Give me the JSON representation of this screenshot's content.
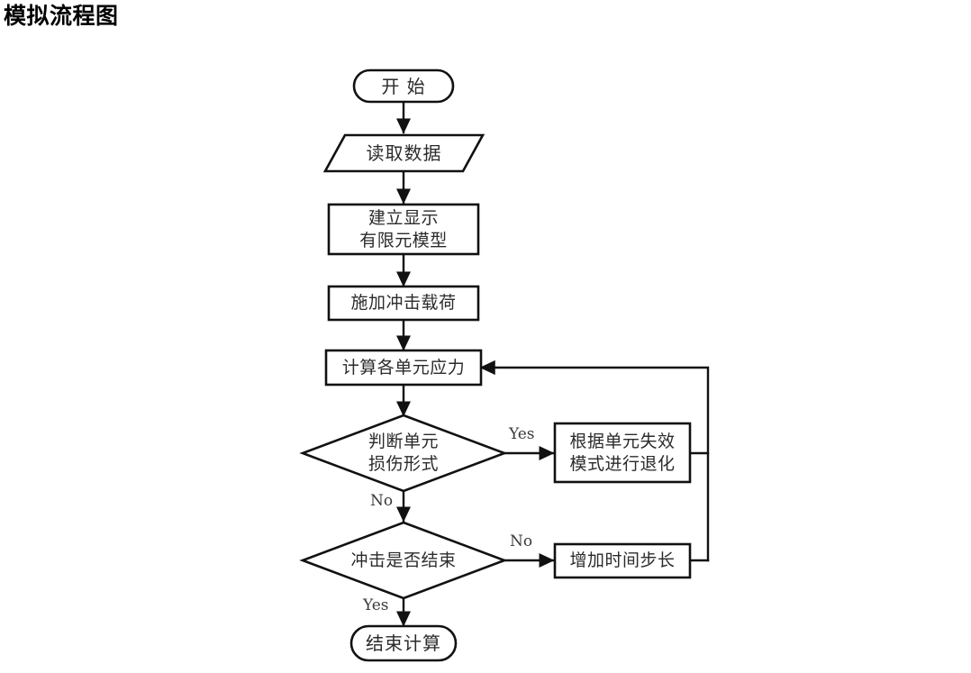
{
  "page": {
    "title": "模拟流程图"
  },
  "chart_data": {
    "type": "diagram",
    "diagram_type": "flowchart",
    "title": "模拟流程图",
    "orientation": "top-to-bottom",
    "nodes": [
      {
        "id": "start",
        "shape": "stadium",
        "label_lines": [
          "开 始"
        ]
      },
      {
        "id": "read",
        "shape": "parallelogram",
        "label_lines": [
          "读取数据"
        ]
      },
      {
        "id": "model",
        "shape": "rectangle",
        "label_lines": [
          "建立显示",
          "有限元模型"
        ]
      },
      {
        "id": "load",
        "shape": "rectangle",
        "label_lines": [
          "施加冲击载荷"
        ]
      },
      {
        "id": "stress",
        "shape": "rectangle",
        "label_lines": [
          "计算各单元应力"
        ]
      },
      {
        "id": "damage",
        "shape": "diamond",
        "label_lines": [
          "判断单元",
          "损伤形式"
        ]
      },
      {
        "id": "degrade",
        "shape": "rectangle",
        "label_lines": [
          "根据单元失效",
          "模式进行退化"
        ]
      },
      {
        "id": "finished",
        "shape": "diamond",
        "label_lines": [
          "冲击是否结束"
        ]
      },
      {
        "id": "timestep",
        "shape": "rectangle",
        "label_lines": [
          "增加时间步长"
        ]
      },
      {
        "id": "end",
        "shape": "stadium",
        "label_lines": [
          "结束计算"
        ]
      }
    ],
    "edges": [
      {
        "from": "start",
        "to": "read",
        "label": ""
      },
      {
        "from": "read",
        "to": "model",
        "label": ""
      },
      {
        "from": "model",
        "to": "load",
        "label": ""
      },
      {
        "from": "load",
        "to": "stress",
        "label": ""
      },
      {
        "from": "stress",
        "to": "damage",
        "label": ""
      },
      {
        "from": "damage",
        "to": "degrade",
        "label": "Yes"
      },
      {
        "from": "damage",
        "to": "finished",
        "label": "No"
      },
      {
        "from": "degrade",
        "to": "stress",
        "label": ""
      },
      {
        "from": "finished",
        "to": "timestep",
        "label": "No"
      },
      {
        "from": "finished",
        "to": "end",
        "label": "Yes"
      },
      {
        "from": "timestep",
        "to": "stress",
        "label": ""
      }
    ]
  },
  "nodes": {
    "start": {
      "line1": "开 始"
    },
    "read": {
      "line1": "读取数据"
    },
    "model": {
      "line1": "建立显示",
      "line2": "有限元模型"
    },
    "load": {
      "line1": "施加冲击载荷"
    },
    "stress": {
      "line1": "计算各单元应力"
    },
    "damage": {
      "line1": "判断单元",
      "line2": "损伤形式"
    },
    "degrade": {
      "line1": "根据单元失效",
      "line2": "模式进行退化"
    },
    "finished": {
      "line1": "冲击是否结束"
    },
    "timestep": {
      "line1": "增加时间步长"
    },
    "end": {
      "line1": "结束计算"
    }
  },
  "edge_labels": {
    "damage_yes": "Yes",
    "damage_no": "No",
    "finished_no": "No",
    "finished_yes": "Yes"
  },
  "colors": {
    "stroke": "#111111",
    "fill": "#ffffff",
    "text": "#2b2b2b",
    "title": "#000000"
  }
}
